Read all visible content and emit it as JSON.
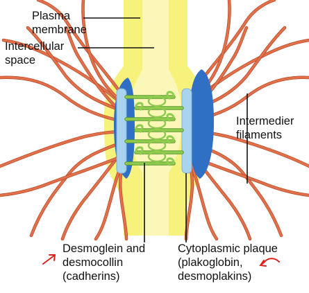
{
  "labels": {
    "plasma_membrane": [
      "Plasma",
      "membrane"
    ],
    "intercellular_space": [
      "Intercellular",
      "space"
    ],
    "intermediate_filaments": [
      "Intermedier",
      "filaments"
    ],
    "desmoglein": [
      "Desmoglein and",
      "desmocollin",
      "(cadherins)"
    ],
    "cytoplasmic_plaque": [
      "Cytoplasmic plaque",
      "(plakoglobin,",
      "desmoplakins)"
    ]
  },
  "colors": {
    "membrane": "#f6f27c",
    "intercellular_space": "#fbf7b8",
    "filament": "#e2714a",
    "filament_edge": "#b84a2a",
    "plaque_blue": "#2f6fc4",
    "plaque_light": "#a9d3ef",
    "cadherin": "#8ecb4f",
    "cadherin_edge": "#5e9a2c",
    "annotation_arrow": "#e0201a"
  },
  "icons": [
    "red-arrow-annotation-icon",
    "red-curved-arrow-annotation-icon"
  ]
}
